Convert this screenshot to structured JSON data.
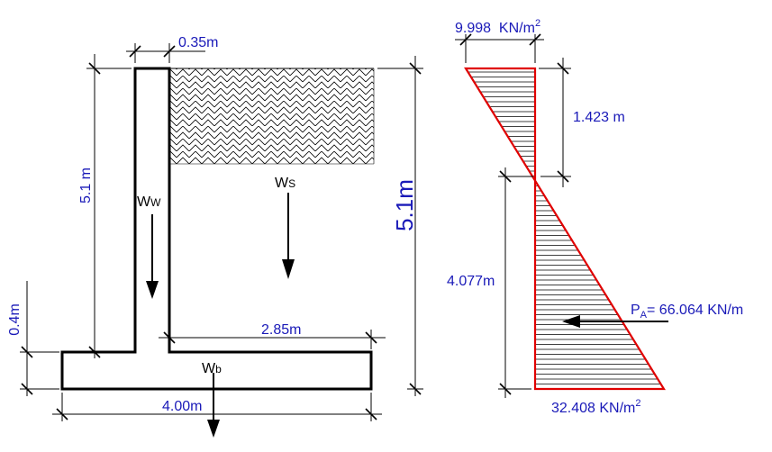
{
  "wall": {
    "top_width": "0.35m",
    "height": "5.1 m",
    "base_thickness": "0.4m",
    "heel_length": "2.85m",
    "base_width": "4.00m",
    "total_height": "5.1m"
  },
  "weights": {
    "wall": {
      "main": "W",
      "sub": "W"
    },
    "soil": {
      "main": "W",
      "sub": "S"
    },
    "base": {
      "main": "W",
      "sub": "b"
    }
  },
  "pressure": {
    "top_value": "9.998  KN/m",
    "top_sup": "2",
    "upper_depth": "1.423 m",
    "lower_depth": "4.077m",
    "resultant_main": "P",
    "resultant_sub": "A",
    "resultant_value": "= 66.064 KN/m",
    "bottom_value": "32.408 KN/m",
    "bottom_sup": "2"
  },
  "colors": {
    "dimension_text": "#1a1ab8",
    "diagram_outline": "#e00000",
    "lines": "#000000"
  }
}
